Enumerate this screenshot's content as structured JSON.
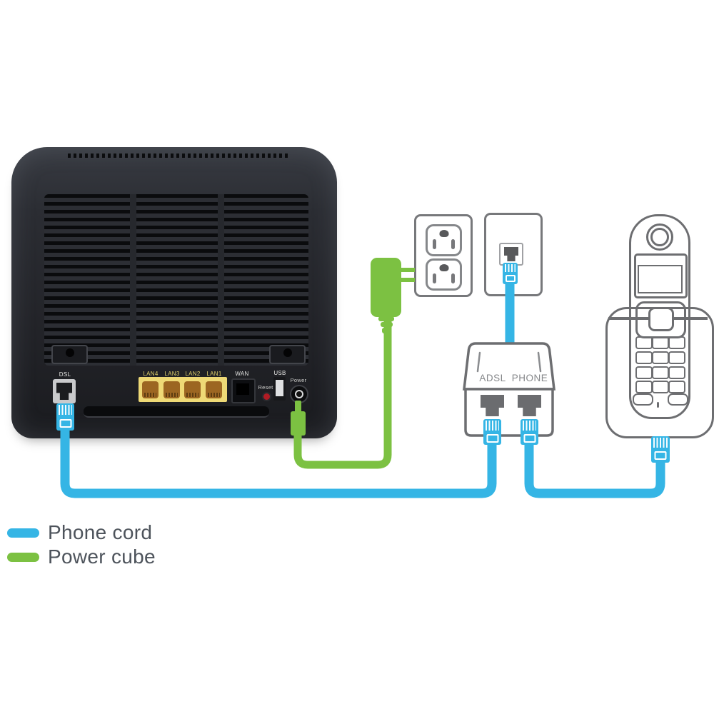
{
  "colors": {
    "phone_cord": "#35b5e5",
    "power_cube": "#7cc142",
    "outline_gray": "#6d6e71",
    "legend_text": "#4d535b"
  },
  "legend": {
    "items": [
      {
        "label": "Phone cord"
      },
      {
        "label": "Power cube"
      }
    ]
  },
  "router": {
    "ports": {
      "dsl_label": "DSL",
      "lan_labels": [
        "LAN4",
        "LAN3",
        "LAN2",
        "LAN1"
      ],
      "wan_label": "WAN",
      "reset_label": "Reset",
      "usb_label": "USB",
      "power_label": "Power"
    }
  },
  "splitter": {
    "adsl_label": "ADSL",
    "phone_label": "PHONE"
  }
}
